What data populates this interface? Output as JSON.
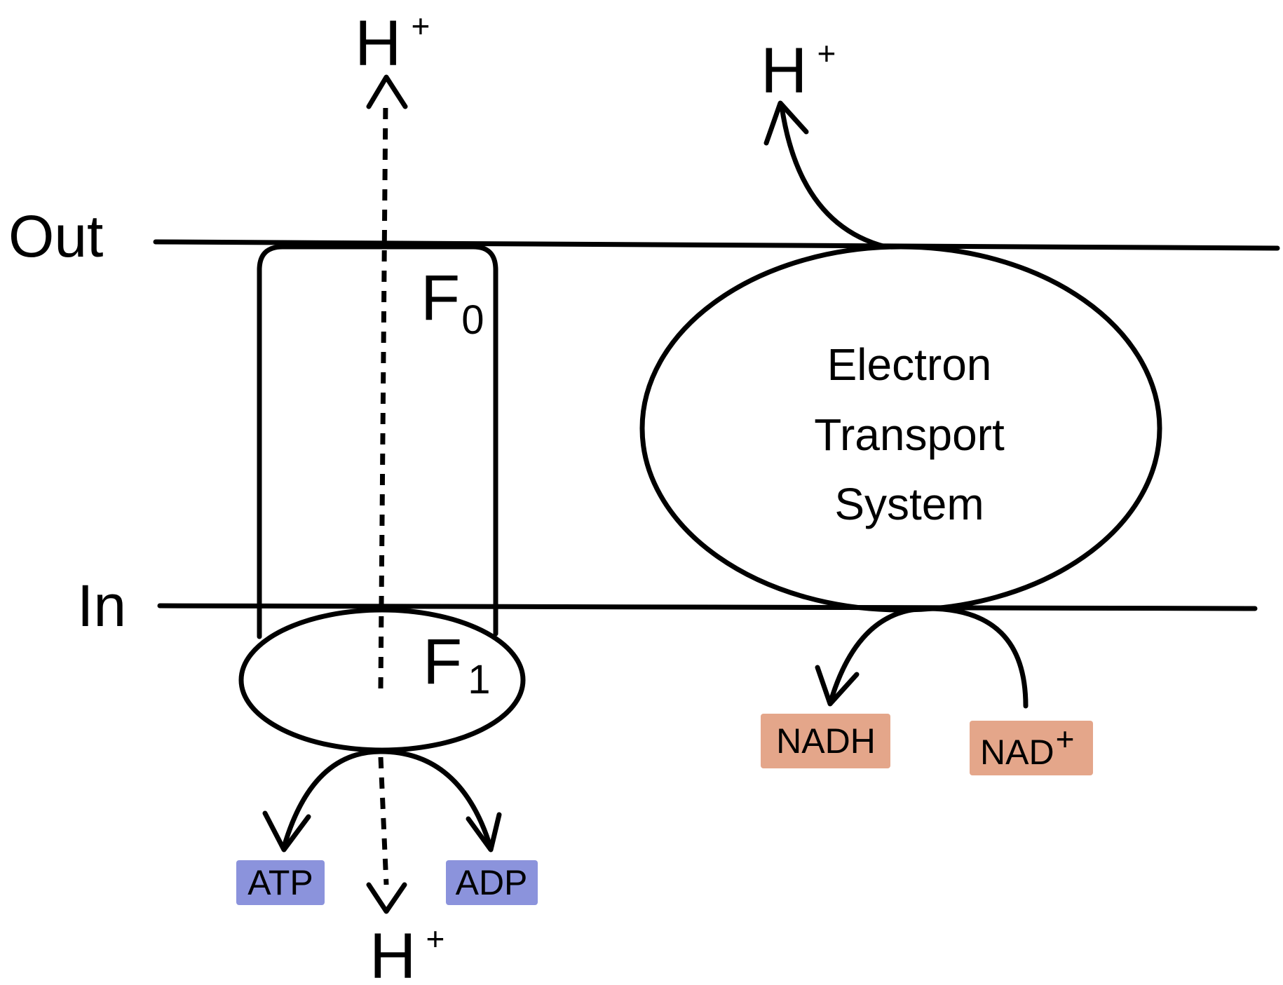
{
  "labels": {
    "out": "Out",
    "in": "In",
    "h": "H",
    "plus": "+",
    "f": "F",
    "f0_sub": "0",
    "f1_sub": "1",
    "ets_line1": "Electron",
    "ets_line2": "Transport",
    "ets_line3": "System",
    "atp": "ATP",
    "adp": "ADP",
    "nadh": "NADH",
    "nad": "NAD"
  },
  "colors": {
    "atp_box": "#8b93dc",
    "adp_box": "#8b93dc",
    "nadh_box": "#e4a68a",
    "nad_box": "#e4a68a",
    "stroke": "#000000"
  }
}
